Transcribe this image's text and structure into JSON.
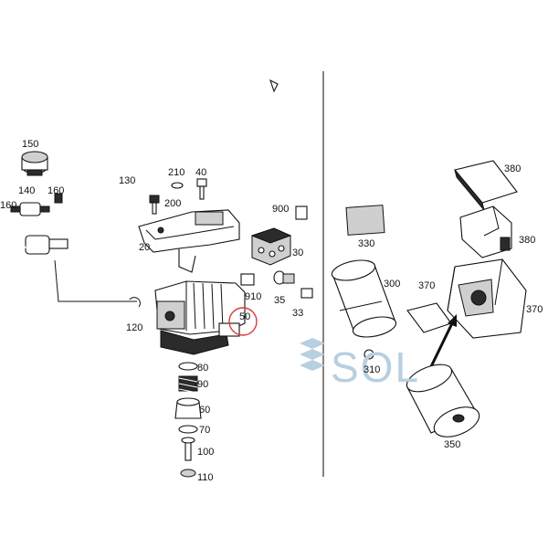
{
  "callouts": {
    "c150": "150",
    "c140": "140",
    "c160a": "160",
    "c160b": "160",
    "c130": "130",
    "c210": "210",
    "c40": "40",
    "c200": "200",
    "c20": "20",
    "c900": "900",
    "c30": "30",
    "c910": "910",
    "c35": "35",
    "c33": "33",
    "c120": "120",
    "c50": "50",
    "c80": "80",
    "c90": "90",
    "c60": "60",
    "c70": "70",
    "c100": "100",
    "c110": "110",
    "c380a": "380",
    "c380b": "380",
    "c330": "330",
    "c300": "300",
    "c370a": "370",
    "c370b": "370",
    "c310": "310",
    "c350": "350"
  },
  "watermark": {
    "text": "SOL",
    "color": "#b8cfe0"
  },
  "highlight_color": "#d93a3a"
}
